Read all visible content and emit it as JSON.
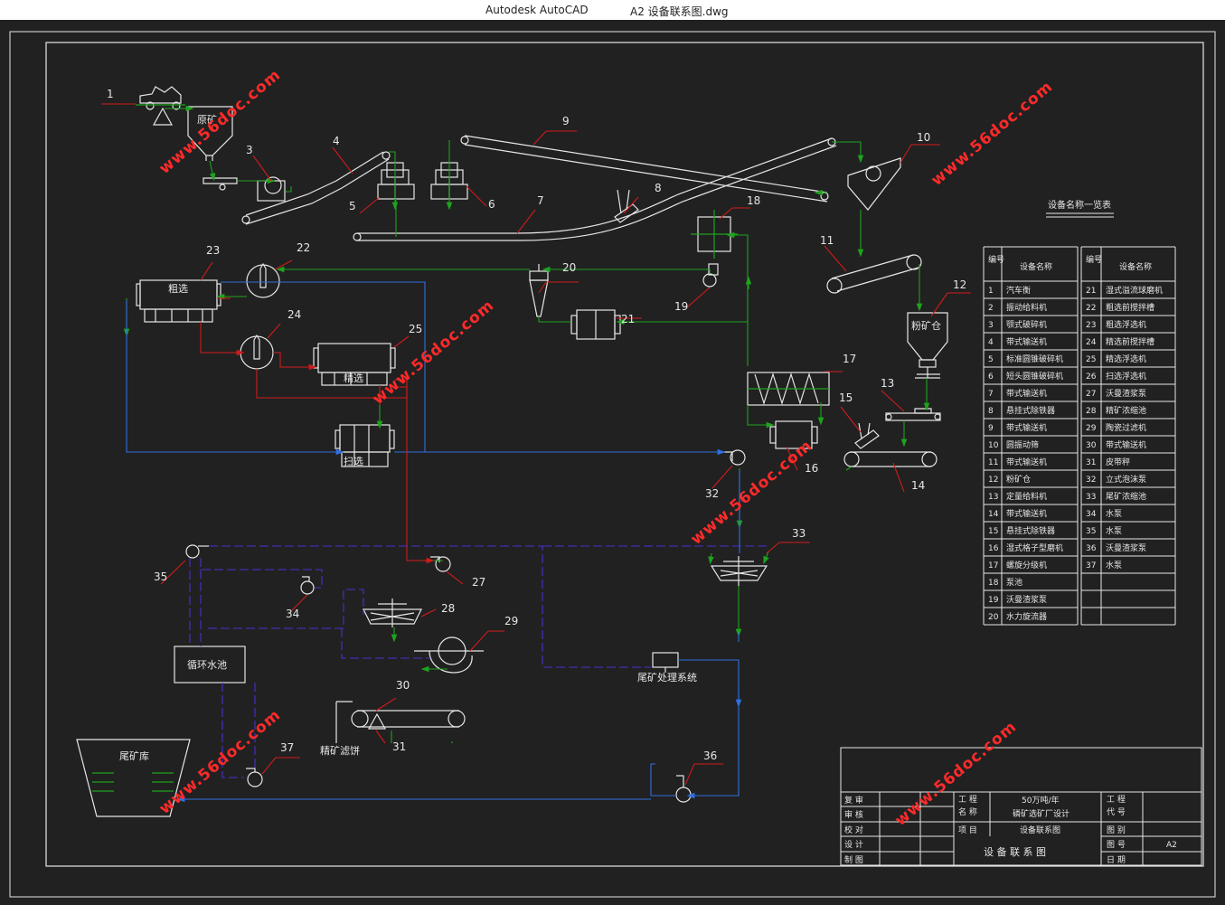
{
  "window": {
    "app_name": "Autodesk AutoCAD",
    "file_name": "A2  设备联系图.dwg"
  },
  "colors": {
    "background": "#212121",
    "line": "#e6e6e6",
    "green": "#1ea31e",
    "blue": "#2f6fe0",
    "red": "#d21a1a",
    "purple": "#4b2fd2",
    "watermark": "#ff2a2a"
  },
  "equipment_labels": {
    "n1": "1",
    "n3": "3",
    "n4": "4",
    "n5": "5",
    "n6": "6",
    "n7": "7",
    "n8": "8",
    "n9": "9",
    "n10": "10",
    "n11": "11",
    "n12": "12",
    "n13": "13",
    "n14": "14",
    "n15": "15",
    "n16": "16",
    "n17": "17",
    "n18": "18",
    "n19": "19",
    "n20": "20",
    "n21": "21",
    "n22": "22",
    "n23": "23",
    "n24": "24",
    "n25": "25",
    "n27": "27",
    "n28": "28",
    "n29": "29",
    "n30": "30",
    "n31": "31",
    "n32": "32",
    "n33": "33",
    "n34": "34",
    "n35": "35",
    "n36": "36",
    "n37": "37"
  },
  "area_labels": {
    "raw_bin": "原矿",
    "rough": "粗选",
    "clean": "精选",
    "scav": "扫选",
    "powder_bin": "粉矿仓",
    "circ_pool": "循环水池",
    "tailing_sys": "尾矿处理系统",
    "concentrate": "精矿滤饼",
    "tailing_dam": "尾矿库"
  },
  "watermark": "www.56doc.com",
  "legend": {
    "title": "设备名称一览表",
    "col_no": "编号",
    "col_name": "设备名称",
    "left": [
      {
        "no": "1",
        "name": "汽车衡"
      },
      {
        "no": "2",
        "name": "振动给料机"
      },
      {
        "no": "3",
        "name": "颚式破碎机"
      },
      {
        "no": "4",
        "name": "带式输送机"
      },
      {
        "no": "5",
        "name": "标准圆锥破碎机"
      },
      {
        "no": "6",
        "name": "短头圆锥破碎机"
      },
      {
        "no": "7",
        "name": "带式输送机"
      },
      {
        "no": "8",
        "name": "悬挂式除铁器"
      },
      {
        "no": "9",
        "name": "带式输送机"
      },
      {
        "no": "10",
        "name": "圆振动筛"
      },
      {
        "no": "11",
        "name": "带式输送机"
      },
      {
        "no": "12",
        "name": "粉矿仓"
      },
      {
        "no": "13",
        "name": "定量给料机"
      },
      {
        "no": "14",
        "name": "带式输送机"
      },
      {
        "no": "15",
        "name": "悬挂式除铁器"
      },
      {
        "no": "16",
        "name": "湿式格子型磨机"
      },
      {
        "no": "17",
        "name": "螺旋分级机"
      },
      {
        "no": "18",
        "name": "泵池"
      },
      {
        "no": "19",
        "name": "沃曼渣浆泵"
      },
      {
        "no": "20",
        "name": "水力旋流器"
      }
    ],
    "right": [
      {
        "no": "21",
        "name": "湿式溢流球磨机"
      },
      {
        "no": "22",
        "name": "粗选前搅拌槽"
      },
      {
        "no": "23",
        "name": "粗选浮选机"
      },
      {
        "no": "24",
        "name": "精选前搅拌槽"
      },
      {
        "no": "25",
        "name": "精选浮选机"
      },
      {
        "no": "26",
        "name": "扫选浮选机"
      },
      {
        "no": "27",
        "name": "沃曼渣浆泵"
      },
      {
        "no": "28",
        "name": "精矿浓缩池"
      },
      {
        "no": "29",
        "name": "陶瓷过滤机"
      },
      {
        "no": "30",
        "name": "带式输送机"
      },
      {
        "no": "31",
        "name": "皮带秤"
      },
      {
        "no": "32",
        "name": "立式泡沫泵"
      },
      {
        "no": "33",
        "name": "尾矿浓缩池"
      },
      {
        "no": "34",
        "name": "水泵"
      },
      {
        "no": "35",
        "name": "水泵"
      },
      {
        "no": "36",
        "name": "沃曼渣浆泵"
      },
      {
        "no": "37",
        "name": "水泵"
      }
    ]
  },
  "title_block": {
    "review": "复 审",
    "audit": "审 核",
    "check": "校 对",
    "design": "设 计",
    "draw": "制 图",
    "project_name_l1": "工 程",
    "project_name_l2": "名 称",
    "project_value_l1": "50万吨/年",
    "project_value_l2": "磷矿选矿厂设计",
    "project_code_l1": "工 程",
    "project_code_l2": "代 号",
    "item": "项 目",
    "item_value": "设备联系图",
    "category": "图 别",
    "drawing_no": "图 号",
    "drawing_no_value": "A2",
    "date": "日 期",
    "drawing_title": "设 备 联 系 图"
  }
}
